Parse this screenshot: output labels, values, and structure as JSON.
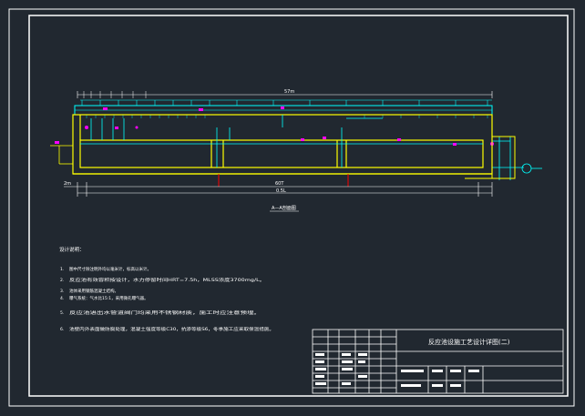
{
  "drawing": {
    "section_label": "A—A剖面图",
    "total_length_top": "57m",
    "dim_bottom_main": "60T",
    "dim_bottom_sub": "0.5L",
    "dim_bottom_left": "2m",
    "notes_title": "设计说明：",
    "notes": [
      {
        "num": "1.",
        "text": "图中尺寸除注明外均以毫米计，标高以米计。"
      },
      {
        "num": "2.",
        "text": "反应池有效容积按设计，水力停留时间HRT=7.5h，MLSS浓度3700mg/L。"
      },
      {
        "num": "3.",
        "text": "池体采用钢筋混凝土结构。"
      },
      {
        "num": "4.",
        "text": "曝气系统：气水比15:1，采用微孔曝气器。"
      },
      {
        "num": "5.",
        "text": "反应池进出水管道阀门均采用不锈钢材质，施工时应注意预埋。"
      },
      {
        "num": "6.",
        "text": "池壁内外表面做防腐处理，混凝土强度等级C30，抗渗等级S6，冬季施工应采取保温措施。"
      }
    ],
    "title_block": {
      "drawing_title": "反应池设施工艺设计详图(二)"
    },
    "colors": {
      "background": "#212830",
      "frame": "#ffffff",
      "structure": "#ffff00",
      "pipe": "#00ffff",
      "valve": "#ff00ff",
      "foundation": "#ff0000",
      "deck": "#00ffff"
    }
  }
}
